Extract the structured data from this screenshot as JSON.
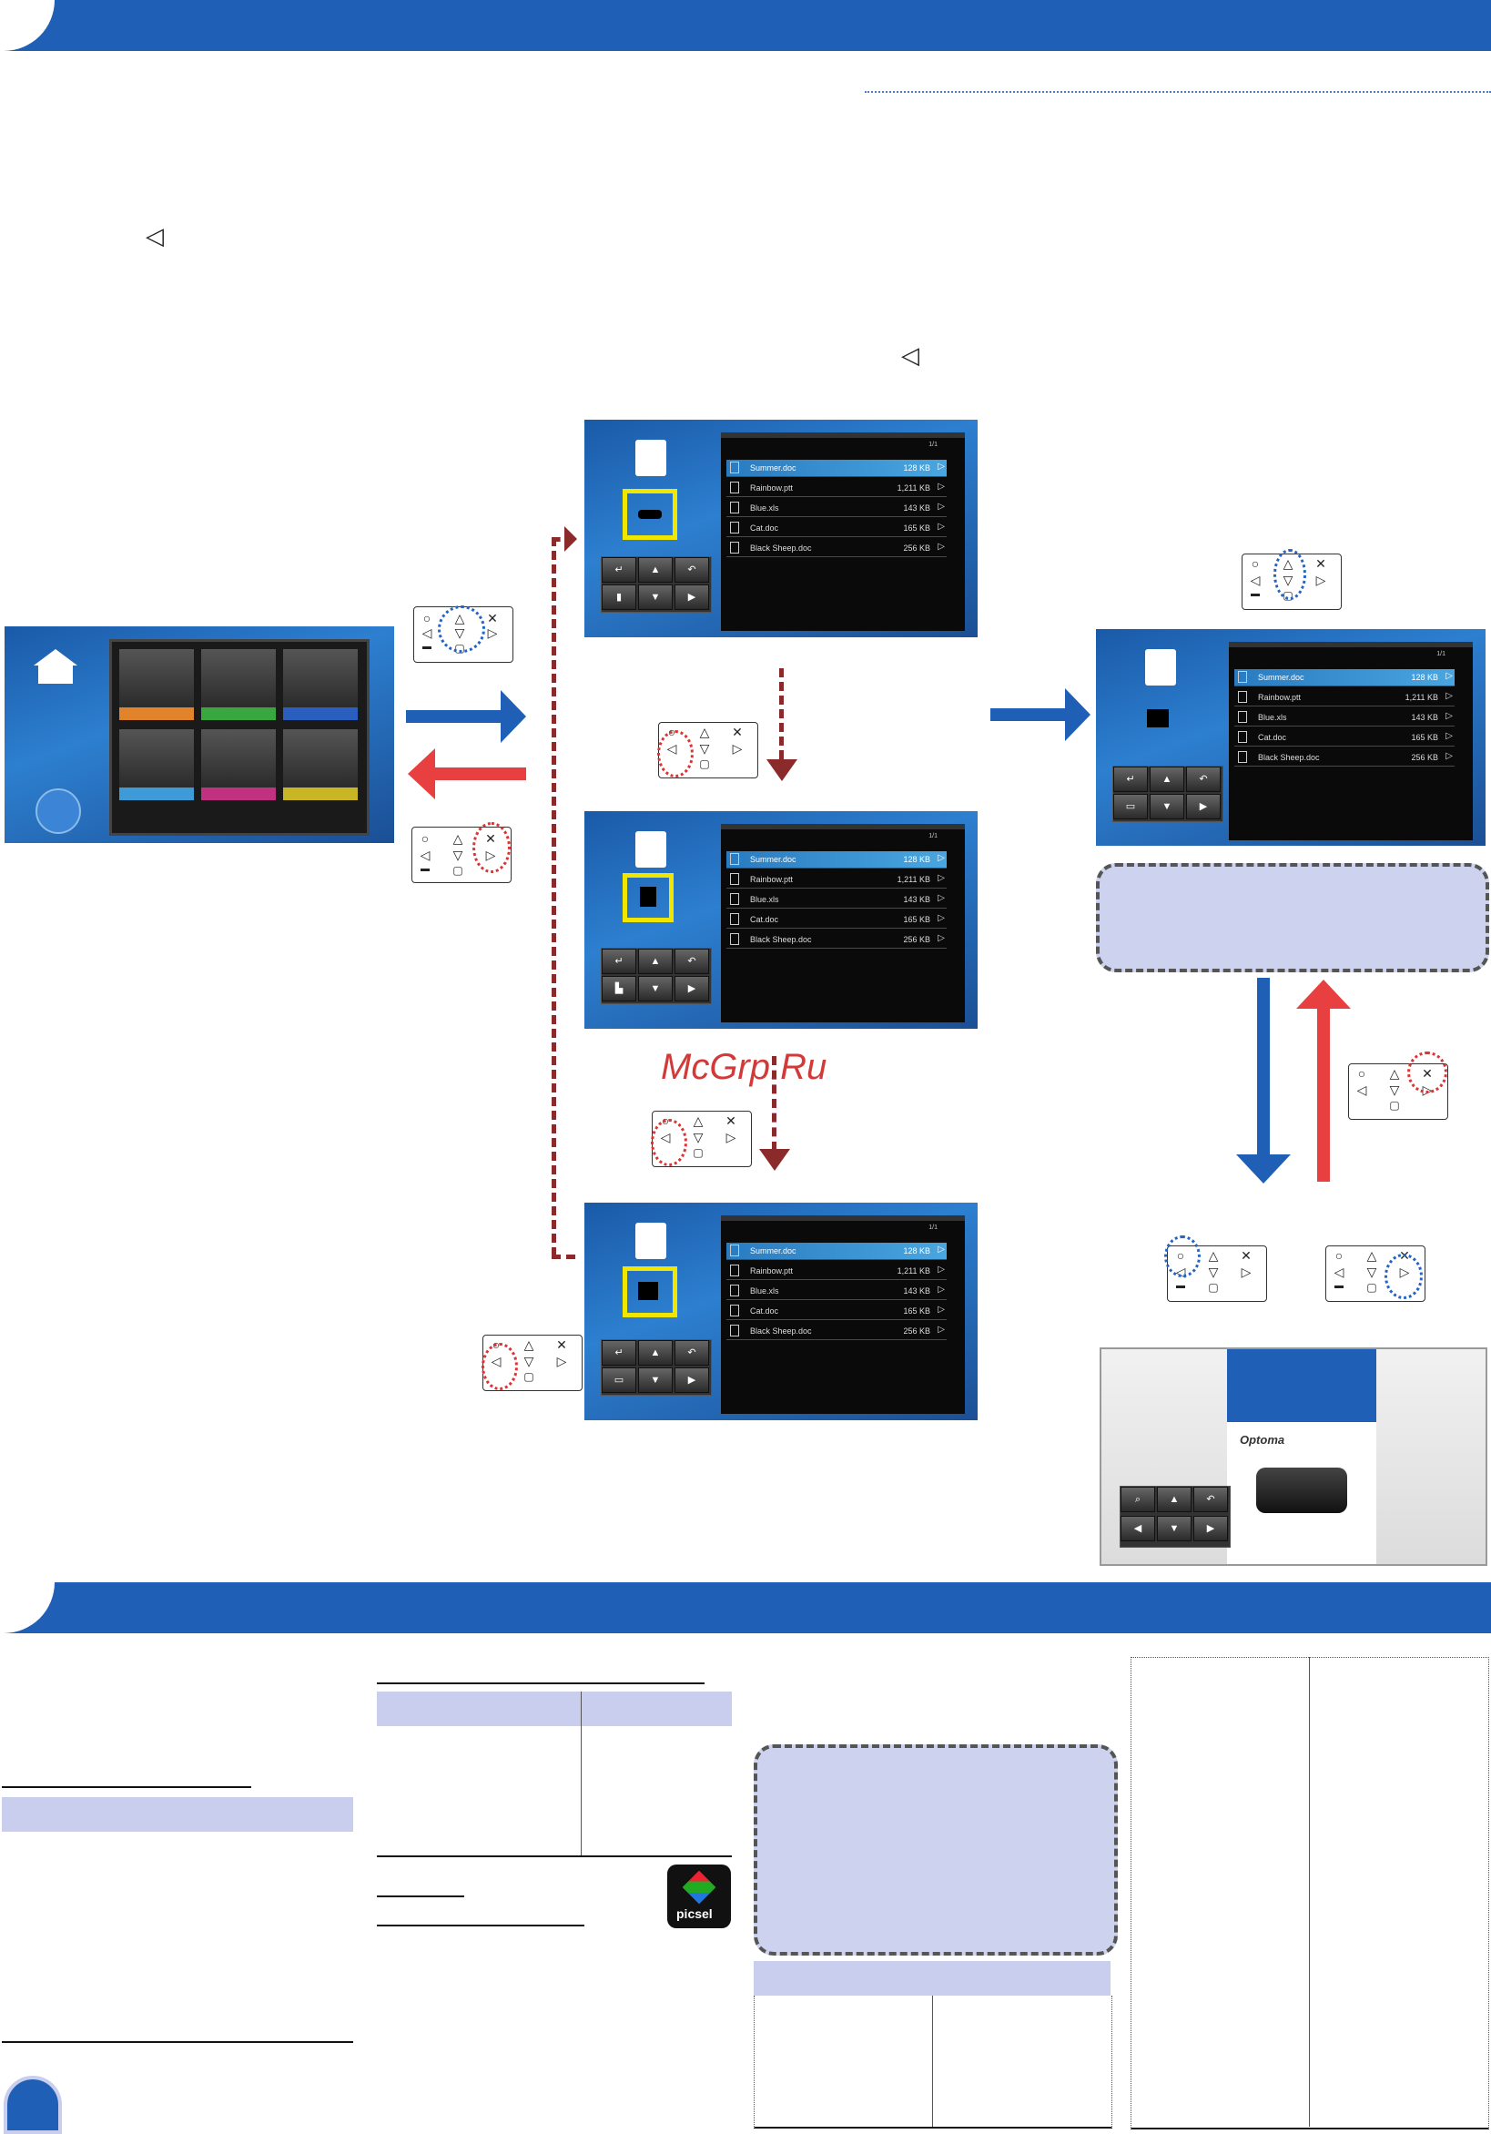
{
  "watermark": "McGrp.Ru",
  "file_list": {
    "page": "1/1",
    "files": [
      {
        "name": "Summer.doc",
        "size": "128 KB"
      },
      {
        "name": "Rainbow.ptt",
        "size": "1,211 KB"
      },
      {
        "name": "Blue.xls",
        "size": "143 KB"
      },
      {
        "name": "Cat.doc",
        "size": "165 KB"
      },
      {
        "name": "Black Sheep.doc",
        "size": "256 KB"
      }
    ]
  },
  "brand": {
    "logo_text": "Optoma",
    "badge_text": "picsel"
  },
  "remote_symbols": {
    "circle": "○",
    "triangle": "△",
    "cross": "✕",
    "left": "◁",
    "down": "▽",
    "right": "▷",
    "minus": "▬",
    "square": "▢"
  },
  "colors": {
    "band_blue": "#1f5fb5",
    "arrow_blue": "#1f5fb5",
    "arrow_red": "#e84040",
    "dash_arrow": "#8b2a2a",
    "highlight_yellow": "#f0e600",
    "note_box": "#cdd3ef"
  }
}
